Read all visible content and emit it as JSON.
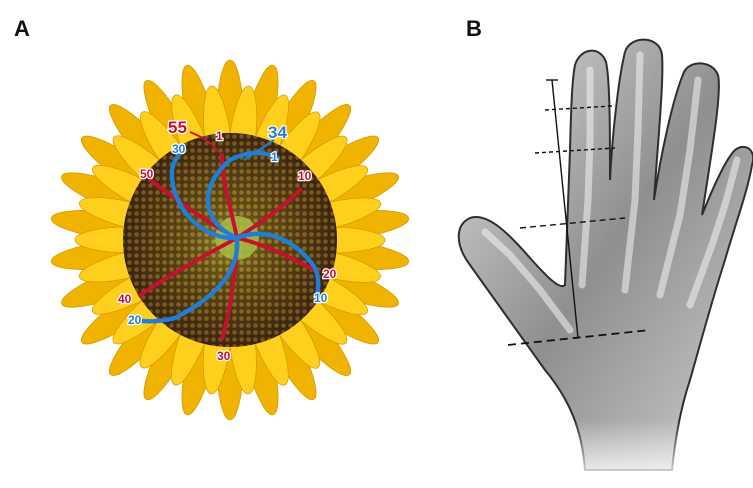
{
  "panels": {
    "a": {
      "letter": "A",
      "subject": "sunflower head with Fibonacci spirals"
    },
    "b": {
      "letter": "B",
      "subject": "x-ray style human hand with proportion measurement lines"
    }
  },
  "colors": {
    "petal": "#f7c21a",
    "petal_dark": "#e39a00",
    "seed_dark": "#3b2410",
    "seed": "#7a5a1c",
    "center_green": "#9bb03a",
    "red_spiral": "#c8102e",
    "blue_spiral": "#1f7fd6"
  },
  "sunflower": {
    "spiral_counts": {
      "red": "55",
      "blue": "34"
    },
    "red_labels": [
      "1",
      "10",
      "20",
      "30",
      "40",
      "50"
    ],
    "blue_labels": [
      "1",
      "10",
      "20",
      "30"
    ]
  }
}
